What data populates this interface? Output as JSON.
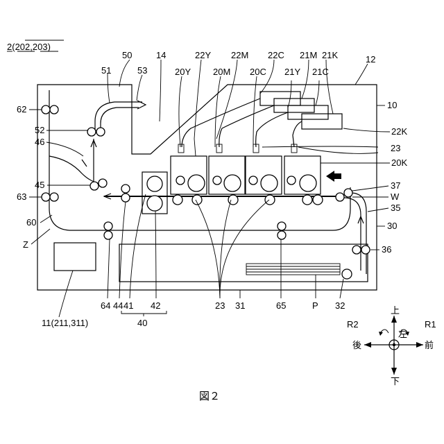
{
  "figure_caption": "図２",
  "header_label": {
    "prefix": "2",
    "open": "(",
    "a": "202",
    "sep": ",",
    "b": "203",
    "close": ")"
  },
  "labels": {
    "n50": "50",
    "n14": "14",
    "n22Y": "22Y",
    "n22M": "22M",
    "n22C": "22C",
    "n21M": "21M",
    "n21K": "21K",
    "n12": "12",
    "n51": "51",
    "n53": "53",
    "n20Y": "20Y",
    "n20M": "20M",
    "n20C": "20C",
    "n21Y": "21Y",
    "n21C": "21C",
    "n10": "10",
    "n62": "62",
    "n52": "52",
    "n46": "46",
    "n22K": "22K",
    "n23a": "23",
    "n20K": "20K",
    "n45": "45",
    "n63": "63",
    "n37": "37",
    "nW": "W",
    "n35": "35",
    "n60": "60",
    "n30": "30",
    "nZ": "Z",
    "n36": "36",
    "n64": "64",
    "n44": "44",
    "n41": "41",
    "n42": "42",
    "n23b": "23",
    "n31": "31",
    "n65": "65",
    "nP": "P",
    "n32": "32",
    "n40": "40",
    "n11": "11(211,311)"
  },
  "direction_legend": {
    "up": "上",
    "down": "下",
    "left_kanji": "左",
    "back": "後",
    "front": "前",
    "r1": "R1",
    "r2": "R2"
  }
}
